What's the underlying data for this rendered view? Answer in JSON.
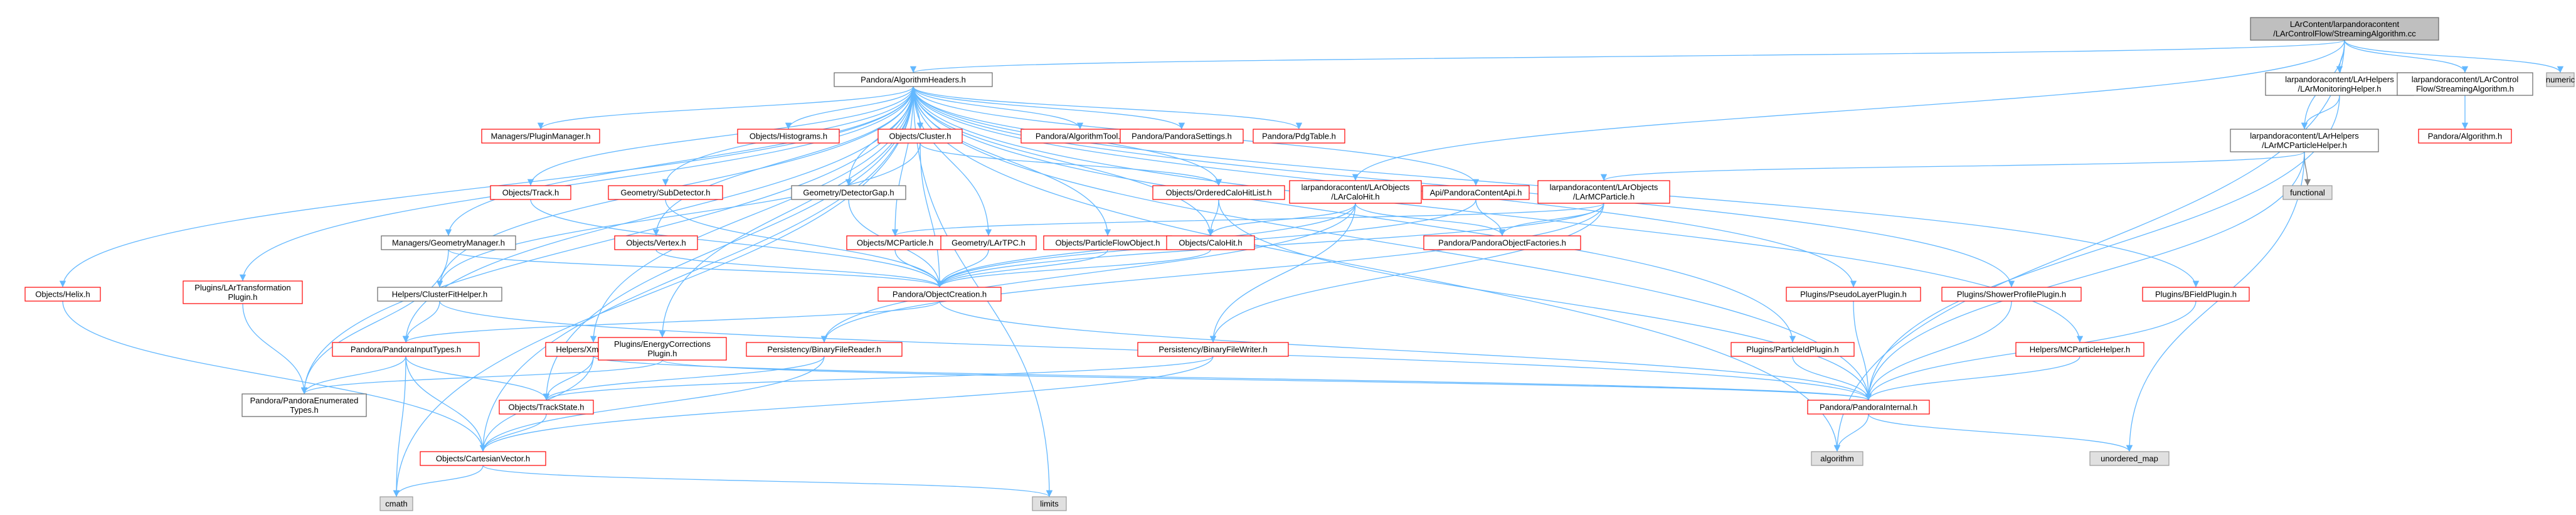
{
  "diagram": {
    "colors": {
      "edge": "#63b8ff",
      "edge_grey": "#808080",
      "root_fill": "#bfbfbf",
      "node_fill": "#ffffff",
      "node_border": "#666666",
      "red_border": "#ff0000",
      "system_fill": "#e0e0e0",
      "system_border": "#999999",
      "text": "#000000"
    },
    "nodes": [
      {
        "id": "root",
        "style": "root",
        "lines": [
          "LArContent/larpandoracontent",
          "/LArControlFlow/StreamingAlgorithm.cc"
        ]
      },
      {
        "id": "algheaders",
        "style": "normal",
        "lines": [
          "Pandora/AlgorithmHeaders.h"
        ]
      },
      {
        "id": "monhelper",
        "style": "normal",
        "lines": [
          "larpandoracontent/LArHelpers",
          "/LArMonitoringHelper.h"
        ]
      },
      {
        "id": "streamingh",
        "style": "normal",
        "lines": [
          "larpandoracontent/LArControl",
          "Flow/StreamingAlgorithm.h"
        ]
      },
      {
        "id": "numeric",
        "style": "system",
        "lines": [
          "numeric"
        ]
      },
      {
        "id": "mcpartichelper",
        "style": "normal",
        "lines": [
          "larpandoracontent/LArHelpers",
          "/LArMCParticleHelper.h"
        ]
      },
      {
        "id": "algorithmh",
        "style": "red",
        "lines": [
          "Pandora/Algorithm.h"
        ]
      },
      {
        "id": "functional",
        "style": "system",
        "lines": [
          "functional"
        ]
      },
      {
        "id": "pluginmgr",
        "style": "red",
        "lines": [
          "Managers/PluginManager.h"
        ]
      },
      {
        "id": "histograms",
        "style": "red",
        "lines": [
          "Objects/Histograms.h"
        ]
      },
      {
        "id": "cluster",
        "style": "red",
        "lines": [
          "Objects/Cluster.h"
        ]
      },
      {
        "id": "algtool",
        "style": "red",
        "lines": [
          "Pandora/AlgorithmTool.h"
        ]
      },
      {
        "id": "settings",
        "style": "red",
        "lines": [
          "Pandora/PandoraSettings.h"
        ]
      },
      {
        "id": "pdgtable",
        "style": "red",
        "lines": [
          "Pandora/PdgTable.h"
        ]
      },
      {
        "id": "track",
        "style": "red",
        "lines": [
          "Objects/Track.h"
        ]
      },
      {
        "id": "subdetector",
        "style": "red",
        "lines": [
          "Geometry/SubDetector.h"
        ]
      },
      {
        "id": "detgap",
        "style": "normal",
        "lines": [
          "Geometry/DetectorGap.h"
        ]
      },
      {
        "id": "orderedcalo",
        "style": "red",
        "lines": [
          "Objects/OrderedCaloHitList.h"
        ]
      },
      {
        "id": "larcalohit",
        "style": "red",
        "lines": [
          "larpandoracontent/LArObjects",
          "/LArCaloHit.h"
        ]
      },
      {
        "id": "contentapi",
        "style": "red",
        "lines": [
          "Api/PandoraContentApi.h"
        ]
      },
      {
        "id": "larmcparticle",
        "style": "red",
        "lines": [
          "larpandoracontent/LArObjects",
          "/LArMCParticle.h"
        ]
      },
      {
        "id": "geommgr",
        "style": "normal",
        "lines": [
          "Managers/GeometryManager.h"
        ]
      },
      {
        "id": "vertex",
        "style": "red",
        "lines": [
          "Objects/Vertex.h"
        ]
      },
      {
        "id": "mcparticle",
        "style": "red",
        "lines": [
          "Objects/MCParticle.h"
        ]
      },
      {
        "id": "lartpc",
        "style": "red",
        "lines": [
          "Geometry/LArTPC.h"
        ]
      },
      {
        "id": "pfo",
        "style": "red",
        "lines": [
          "Objects/ParticleFlowObject.h"
        ]
      },
      {
        "id": "calohit",
        "style": "red",
        "lines": [
          "Objects/CaloHit.h"
        ]
      },
      {
        "id": "objfactories",
        "style": "red",
        "lines": [
          "Pandora/PandoraObjectFactories.h"
        ]
      },
      {
        "id": "helix",
        "style": "red",
        "lines": [
          "Objects/Helix.h"
        ]
      },
      {
        "id": "lartransform",
        "style": "red",
        "lines": [
          "Plugins/LArTransformation",
          "Plugin.h"
        ]
      },
      {
        "id": "clusterfit",
        "style": "normal",
        "lines": [
          "Helpers/ClusterFitHelper.h"
        ]
      },
      {
        "id": "objcreation",
        "style": "red",
        "lines": [
          "Pandora/ObjectCreation.h"
        ]
      },
      {
        "id": "pseudolayer",
        "style": "red",
        "lines": [
          "Plugins/PseudoLayerPlugin.h"
        ]
      },
      {
        "id": "showerprofile",
        "style": "red",
        "lines": [
          "Plugins/ShowerProfilePlugin.h"
        ]
      },
      {
        "id": "bfield",
        "style": "red",
        "lines": [
          "Plugins/BFieldPlugin.h"
        ]
      },
      {
        "id": "inputtypes",
        "style": "red",
        "lines": [
          "Pandora/PandoraInputTypes.h"
        ]
      },
      {
        "id": "xmlhelper",
        "style": "red",
        "lines": [
          "Helpers/XmlHelper.h"
        ]
      },
      {
        "id": "energycorr",
        "style": "red",
        "lines": [
          "Plugins/EnergyCorrections",
          "Plugin.h"
        ]
      },
      {
        "id": "binreader",
        "style": "red",
        "lines": [
          "Persistency/BinaryFileReader.h"
        ]
      },
      {
        "id": "binwriter",
        "style": "red",
        "lines": [
          "Persistency/BinaryFileWriter.h"
        ]
      },
      {
        "id": "pidplugin",
        "style": "red",
        "lines": [
          "Plugins/ParticleIdPlugin.h"
        ]
      },
      {
        "id": "mcparthelper",
        "style": "red",
        "lines": [
          "Helpers/MCParticleHelper.h"
        ]
      },
      {
        "id": "enumtypes",
        "style": "normal",
        "lines": [
          "Pandora/PandoraEnumerated",
          "Types.h"
        ]
      },
      {
        "id": "trackstate",
        "style": "red",
        "lines": [
          "Objects/TrackState.h"
        ]
      },
      {
        "id": "internal",
        "style": "red",
        "lines": [
          "Pandora/PandoraInternal.h"
        ]
      },
      {
        "id": "cartesian",
        "style": "red",
        "lines": [
          "Objects/CartesianVector.h"
        ]
      },
      {
        "id": "cmath",
        "style": "system",
        "lines": [
          "cmath"
        ]
      },
      {
        "id": "limits",
        "style": "system",
        "lines": [
          "limits"
        ]
      },
      {
        "id": "algorithm",
        "style": "system",
        "lines": [
          "algorithm"
        ]
      },
      {
        "id": "unorderedmap",
        "style": "system",
        "lines": [
          "unordered_map"
        ]
      }
    ],
    "edges": [
      [
        "root",
        "algheaders"
      ],
      [
        "root",
        "monhelper"
      ],
      [
        "root",
        "streamingh"
      ],
      [
        "root",
        "numeric"
      ],
      [
        "root",
        "mcpartichelper"
      ],
      [
        "root",
        "larcalohit"
      ],
      [
        "root",
        "algorithm"
      ],
      [
        "monhelper",
        "mcpartichelper"
      ],
      [
        "monhelper",
        "internal"
      ],
      [
        "streamingh",
        "algorithmh"
      ],
      [
        "mcpartichelper",
        "larmcparticle"
      ],
      [
        "mcpartichelper",
        "functional"
      ],
      [
        "mcpartichelper",
        "internal"
      ],
      [
        "mcpartichelper",
        "unorderedmap"
      ],
      [
        "algheaders",
        "pluginmgr"
      ],
      [
        "algheaders",
        "histograms"
      ],
      [
        "algheaders",
        "cluster"
      ],
      [
        "algheaders",
        "algtool"
      ],
      [
        "algheaders",
        "settings"
      ],
      [
        "algheaders",
        "pdgtable"
      ],
      [
        "algheaders",
        "track"
      ],
      [
        "algheaders",
        "subdetector"
      ],
      [
        "algheaders",
        "detgap"
      ],
      [
        "algheaders",
        "orderedcalo"
      ],
      [
        "algheaders",
        "contentapi"
      ],
      [
        "algheaders",
        "geommgr"
      ],
      [
        "algheaders",
        "vertex"
      ],
      [
        "algheaders",
        "mcparticle"
      ],
      [
        "algheaders",
        "lartpc"
      ],
      [
        "algheaders",
        "pfo"
      ],
      [
        "algheaders",
        "calohit"
      ],
      [
        "algheaders",
        "helix"
      ],
      [
        "algheaders",
        "lartransform"
      ],
      [
        "algheaders",
        "clusterfit"
      ],
      [
        "algheaders",
        "pseudolayer"
      ],
      [
        "algheaders",
        "showerprofile"
      ],
      [
        "algheaders",
        "bfield"
      ],
      [
        "algheaders",
        "inputtypes"
      ],
      [
        "algheaders",
        "xmlhelper"
      ],
      [
        "algheaders",
        "energycorr"
      ],
      [
        "algheaders",
        "pidplugin"
      ],
      [
        "algheaders",
        "mcparthelper"
      ],
      [
        "algheaders",
        "enumtypes"
      ],
      [
        "algheaders",
        "trackstate"
      ],
      [
        "algheaders",
        "internal"
      ],
      [
        "algheaders",
        "cartesian"
      ],
      [
        "algheaders",
        "cmath"
      ],
      [
        "algheaders",
        "limits"
      ],
      [
        "algheaders",
        "algorithm"
      ],
      [
        "cluster",
        "clusterfit"
      ],
      [
        "cluster",
        "orderedcalo"
      ],
      [
        "cluster",
        "objcreation"
      ],
      [
        "track",
        "objcreation"
      ],
      [
        "subdetector",
        "objcreation"
      ],
      [
        "detgap",
        "objcreation"
      ],
      [
        "orderedcalo",
        "calohit"
      ],
      [
        "orderedcalo",
        "internal"
      ],
      [
        "larcalohit",
        "calohit"
      ],
      [
        "larcalohit",
        "objfactories"
      ],
      [
        "larcalohit",
        "objcreation"
      ],
      [
        "larcalohit",
        "binreader"
      ],
      [
        "larcalohit",
        "binwriter"
      ],
      [
        "contentapi",
        "objfactories"
      ],
      [
        "contentapi",
        "objcreation"
      ],
      [
        "larmcparticle",
        "mcparticle"
      ],
      [
        "larmcparticle",
        "objfactories"
      ],
      [
        "larmcparticle",
        "objcreation"
      ],
      [
        "larmcparticle",
        "binreader"
      ],
      [
        "larmcparticle",
        "binwriter"
      ],
      [
        "geommgr",
        "objcreation"
      ],
      [
        "geommgr",
        "enumtypes"
      ],
      [
        "vertex",
        "objcreation"
      ],
      [
        "mcparticle",
        "objcreation"
      ],
      [
        "lartpc",
        "objcreation"
      ],
      [
        "pfo",
        "objcreation"
      ],
      [
        "calohit",
        "objcreation"
      ],
      [
        "helix",
        "cartesian"
      ],
      [
        "lartransform",
        "enumtypes"
      ],
      [
        "clusterfit",
        "inputtypes"
      ],
      [
        "clusterfit",
        "internal"
      ],
      [
        "objcreation",
        "inputtypes"
      ],
      [
        "objcreation",
        "internal"
      ],
      [
        "pseudolayer",
        "internal"
      ],
      [
        "showerprofile",
        "internal"
      ],
      [
        "bfield",
        "internal"
      ],
      [
        "inputtypes",
        "enumtypes"
      ],
      [
        "inputtypes",
        "trackstate"
      ],
      [
        "inputtypes",
        "cartesian"
      ],
      [
        "inputtypes",
        "cmath"
      ],
      [
        "xmlhelper",
        "trackstate"
      ],
      [
        "xmlhelper",
        "cartesian"
      ],
      [
        "xmlhelper",
        "internal"
      ],
      [
        "energycorr",
        "enumtypes"
      ],
      [
        "energycorr",
        "internal"
      ],
      [
        "binreader",
        "trackstate"
      ],
      [
        "binreader",
        "cartesian"
      ],
      [
        "binwriter",
        "cartesian"
      ],
      [
        "binwriter",
        "trackstate"
      ],
      [
        "pidplugin",
        "internal"
      ],
      [
        "mcparthelper",
        "internal"
      ],
      [
        "trackstate",
        "cartesian"
      ],
      [
        "internal",
        "algorithm"
      ],
      [
        "internal",
        "unorderedmap"
      ],
      [
        "cartesian",
        "cmath"
      ],
      [
        "cartesian",
        "limits"
      ]
    ]
  }
}
